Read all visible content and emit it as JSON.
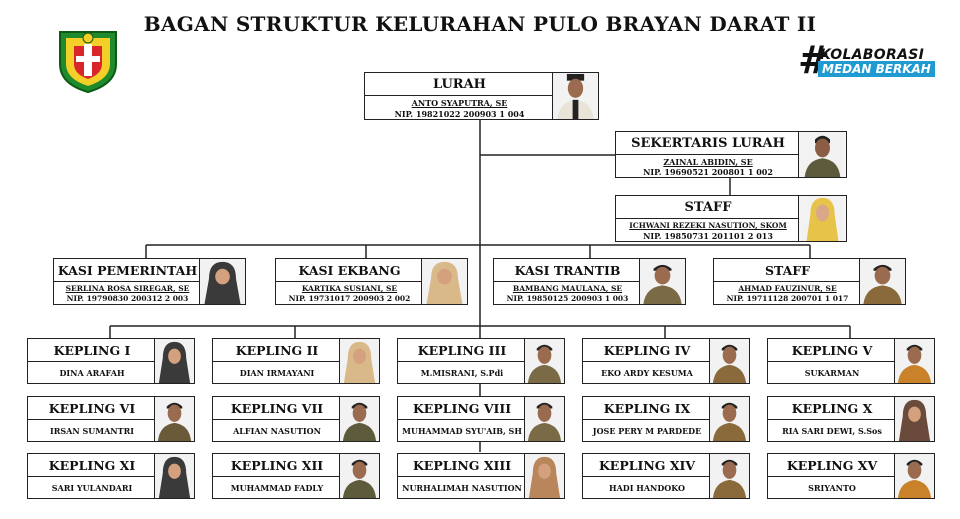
{
  "title": "BAGAN STRUKTUR KELURAHAN PULO BRAYAN DARAT II",
  "brand": {
    "hash": "#",
    "line1": "KOLABORASI",
    "line2": "MEDAN BERKAH"
  },
  "lurah": {
    "position": "LURAH",
    "name": "ANTO SYAPUTRA, SE",
    "nip": "NIP. 19821022 200903 1 004"
  },
  "sekretaris": {
    "position": "SEKERTARIS LURAH",
    "name": "ZAINAL ABIDIN, SE",
    "nip": "NIP. 19690521 200801 1 002"
  },
  "staff_sek": {
    "position": "STAFF",
    "name": "ICHWANI REZEKI NASUTION, SKOM",
    "nip": "NIP. 19850731 201101 2 013"
  },
  "kasi": [
    {
      "position": "KASI PEMERINTAH",
      "name": "SERLINA ROSA SIREGAR, SE",
      "nip": "NIP. 19790830 200312 2 003"
    },
    {
      "position": "KASI EKBANG",
      "name": "KARTIKA SUSIANI, SE",
      "nip": "NIP. 19731017 200903 2 002"
    },
    {
      "position": "KASI TRANTIB",
      "name": "BAMBANG MAULANA, SE",
      "nip": "NIP. 19850125 200903 1 003"
    },
    {
      "position": "STAFF",
      "name": "AHMAD FAUZINUR, SE",
      "nip": "NIP. 19711128 200701 1 017"
    }
  ],
  "kepling": [
    {
      "position": "KEPLING I",
      "name": "DINA ARAFAH"
    },
    {
      "position": "KEPLING II",
      "name": "DIAN IRMAYANI"
    },
    {
      "position": "KEPLING III",
      "name": "M.MISRANI, S.Pdi"
    },
    {
      "position": "KEPLING IV",
      "name": "EKO ARDY KESUMA"
    },
    {
      "position": "KEPLING V",
      "name": "SUKARMAN"
    },
    {
      "position": "KEPLING VI",
      "name": "IRSAN SUMANTRI"
    },
    {
      "position": "KEPLING VII",
      "name": "ALFIAN NASUTION"
    },
    {
      "position": "KEPLING VIII",
      "name": "MUHAMMAD SYU'AIB, SH"
    },
    {
      "position": "KEPLING IX",
      "name": "JOSE PERY M PARDEDE"
    },
    {
      "position": "KEPLING X",
      "name": "RIA SARI DEWI, S.Sos"
    },
    {
      "position": "KEPLING XI",
      "name": "SARI YULANDARI"
    },
    {
      "position": "KEPLING XII",
      "name": "MUHAMMAD FADLY"
    },
    {
      "position": "KEPLING XIII",
      "name": "NURHALIMAH NASUTION"
    },
    {
      "position": "KEPLING XIV",
      "name": "HADI HANDOKO"
    },
    {
      "position": "KEPLING XV",
      "name": "SRIYANTO"
    }
  ]
}
